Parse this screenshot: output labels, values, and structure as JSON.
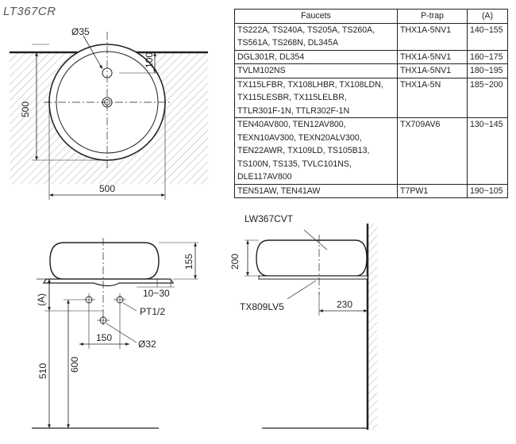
{
  "title": "LT367CR",
  "table": {
    "headers": {
      "faucets": "Faucets",
      "ptrap": "P-trap",
      "a": "(A)"
    },
    "rows": [
      {
        "faucets": [
          "TS222A, TS240A, TS205A, TS260A,",
          "TS561A, TS268N, DL345A"
        ],
        "ptrap": "THX1A-5NV1",
        "a": "140~155"
      },
      {
        "faucets": [
          "DGL301R, DL354"
        ],
        "ptrap": "THX1A-5NV1",
        "a": "160~175"
      },
      {
        "faucets": [
          "TVLM102NS"
        ],
        "ptrap": "THX1A-5NV1",
        "a": "180~195"
      },
      {
        "faucets": [
          "TX115LFBR, TX108LHBR, TX108LDN,",
          "TX115LESBR, TX115LELBR,",
          "TTLR301F-1N, TTLR302F-1N"
        ],
        "ptrap": "THX1A-5N",
        "a": "185~200"
      },
      {
        "faucets": [
          "TEN40AV800, TEN12AV800,",
          "TEXN10AV300, TEXN20ALV300,",
          "TEN22AWR, TX109LD, TS105B13,",
          "TS100N, TS135, TVLC101NS,",
          "DLE117AV800"
        ],
        "ptrap": "TX709AV6",
        "a": "130~145"
      },
      {
        "faucets": [
          "TEN51AW, TEN41AW"
        ],
        "ptrap": "T7PW1",
        "a": "190~105"
      }
    ]
  },
  "top_view": {
    "hole_dia": "Ø35",
    "offset": "100",
    "depth": "500",
    "width": "500"
  },
  "front_view": {
    "height": "155",
    "range": "10~30",
    "a_label": "(A)",
    "thread": "PT1/2",
    "spacing": "150",
    "drain_dia": "Ø32",
    "h600": "600",
    "h510": "510"
  },
  "side_view": {
    "model": "LW367CVT",
    "height": "200",
    "drain_model": "TX809LV5",
    "wall_dist": "230"
  }
}
